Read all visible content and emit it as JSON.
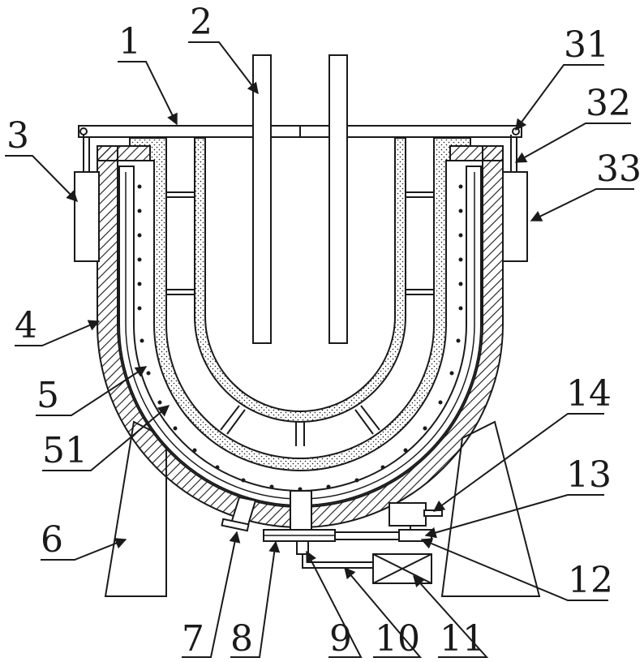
{
  "labels": {
    "l1": "1",
    "l2": "2",
    "l3": "3",
    "l31": "31",
    "l32": "32",
    "l33": "33",
    "l4": "4",
    "l5": "5",
    "l51": "51",
    "l6": "6",
    "l7": "7",
    "l8": "8",
    "l9": "9",
    "l10": "10",
    "l11": "11",
    "l12": "12",
    "l13": "13",
    "l14": "14"
  },
  "colors": {
    "line": "#1a1a1a",
    "background": "#ffffff"
  }
}
